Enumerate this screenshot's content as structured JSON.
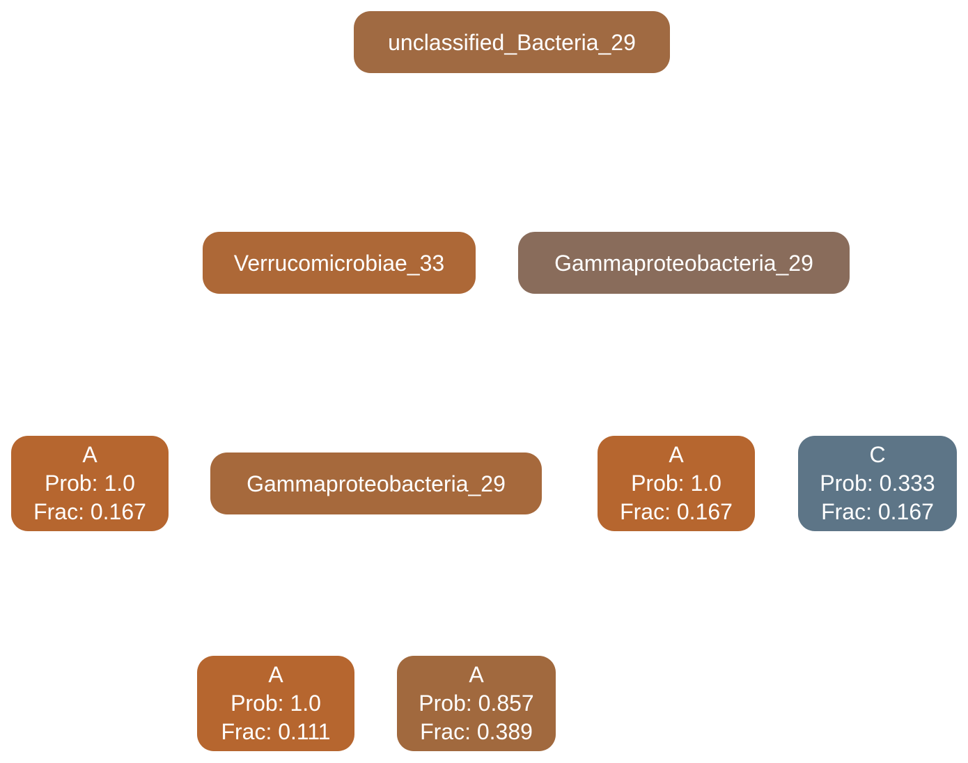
{
  "colors": {
    "root": "#a06a42",
    "verruco": "#ad6837",
    "gamma_top": "#896c5b",
    "gamma_mid": "#a6693c",
    "leaf_a": "#b6662f",
    "leaf_a_857": "#a1693e",
    "leaf_c": "#5d7587"
  },
  "nodes": {
    "root": {
      "label": "unclassified_Bacteria_29"
    },
    "verruco": {
      "label": "Verrucomicrobiae_33"
    },
    "gamma_top": {
      "label": "Gammaproteobacteria_29"
    },
    "gamma_mid": {
      "label": "Gammaproteobacteria_29"
    },
    "leaf1": {
      "cls": "A",
      "prob": "Prob: 1.0",
      "frac": "Frac: 0.167"
    },
    "leaf2": {
      "cls": "A",
      "prob": "Prob: 1.0",
      "frac": "Frac: 0.167"
    },
    "leaf3": {
      "cls": "C",
      "prob": "Prob: 0.333",
      "frac": "Frac: 0.167"
    },
    "leaf4": {
      "cls": "A",
      "prob": "Prob: 1.0",
      "frac": "Frac: 0.111"
    },
    "leaf5": {
      "cls": "A",
      "prob": "Prob: 0.857",
      "frac": "Frac: 0.389"
    }
  }
}
